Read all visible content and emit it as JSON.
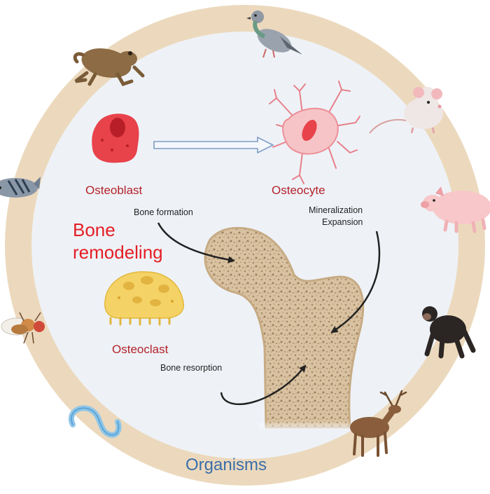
{
  "title": {
    "line1": "Bone",
    "line2": "remodeling"
  },
  "cells": {
    "osteoblast": {
      "name": "Osteoblast",
      "process": "Bone formation"
    },
    "osteocyte": {
      "name": "Osteocyte",
      "process_line1": "Mineralization",
      "process_line2": "Expansion"
    },
    "osteoclast": {
      "name": "Osteoclast",
      "process": "Bone resorption"
    }
  },
  "ring_label": "Organisms",
  "organisms": [
    "pigeon-icon",
    "mouse-icon",
    "pig-icon",
    "chimpanzee-icon",
    "deer-icon",
    "worm-icon",
    "fly-icon",
    "fish-icon",
    "frog-icon"
  ],
  "colors": {
    "ring": "#ecd9bd",
    "inner": "#eef2f7",
    "cell_label": "#b3222a",
    "title": "#e31e24",
    "organisms_label": "#3b6ea8",
    "bone": "#dbc4a4",
    "osteoblast": "#e8424a",
    "osteocyte": "#f6c4c6",
    "osteoclast": "#f4d266"
  }
}
